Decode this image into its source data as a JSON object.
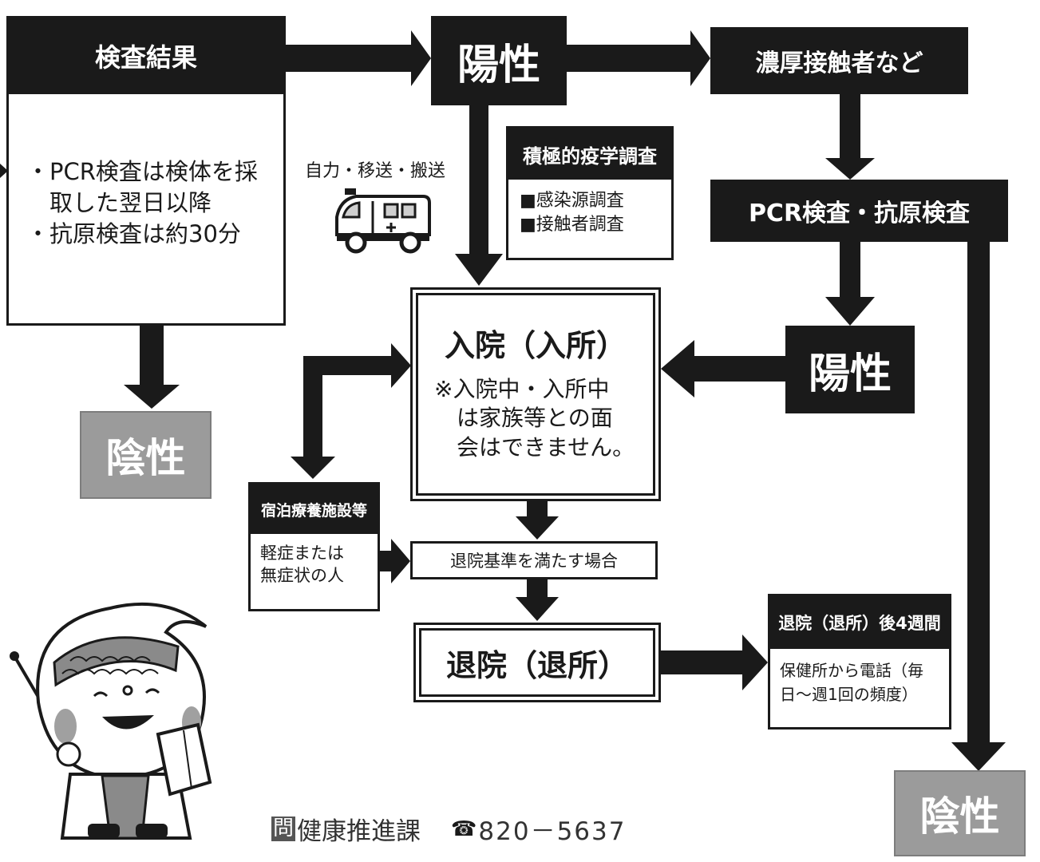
{
  "result_box": {
    "title": "検査結果",
    "notes": "・PCR検査は検体を採\n　取した翌日以降\n・抗原検査は約30分"
  },
  "positive_top": "陽性",
  "close_contacts": "濃厚接触者など",
  "epi_survey": {
    "title": "積極的疫学調査",
    "items": "■感染源調査\n■接触者調査"
  },
  "transport_label": "自力・移送・搬送",
  "pcr_antigen": "PCR検査・抗原検査",
  "positive_right": "陽性",
  "admission": {
    "title": "入院（入所）",
    "note": "※入院中・入所中\n　は家族等との面\n　会はできません。"
  },
  "negative_left": "陰性",
  "lodging": {
    "title": "宿泊療養施設等",
    "desc": "軽症または\n無症状の人"
  },
  "discharge_criteria": "退院基準を満たす場合",
  "discharge": "退院（退所）",
  "after_discharge": {
    "title": "退院（退所）後4週間",
    "desc": "保健所から電話（毎\n日〜週1回の頻度）"
  },
  "negative_right": "陰性",
  "contact": {
    "mark": "問",
    "dept": "健康推進課",
    "tel_icon": "☎",
    "tel": "820－5637"
  },
  "icons": [
    "ambulance-icon",
    "doctor-mascot-icon"
  ]
}
